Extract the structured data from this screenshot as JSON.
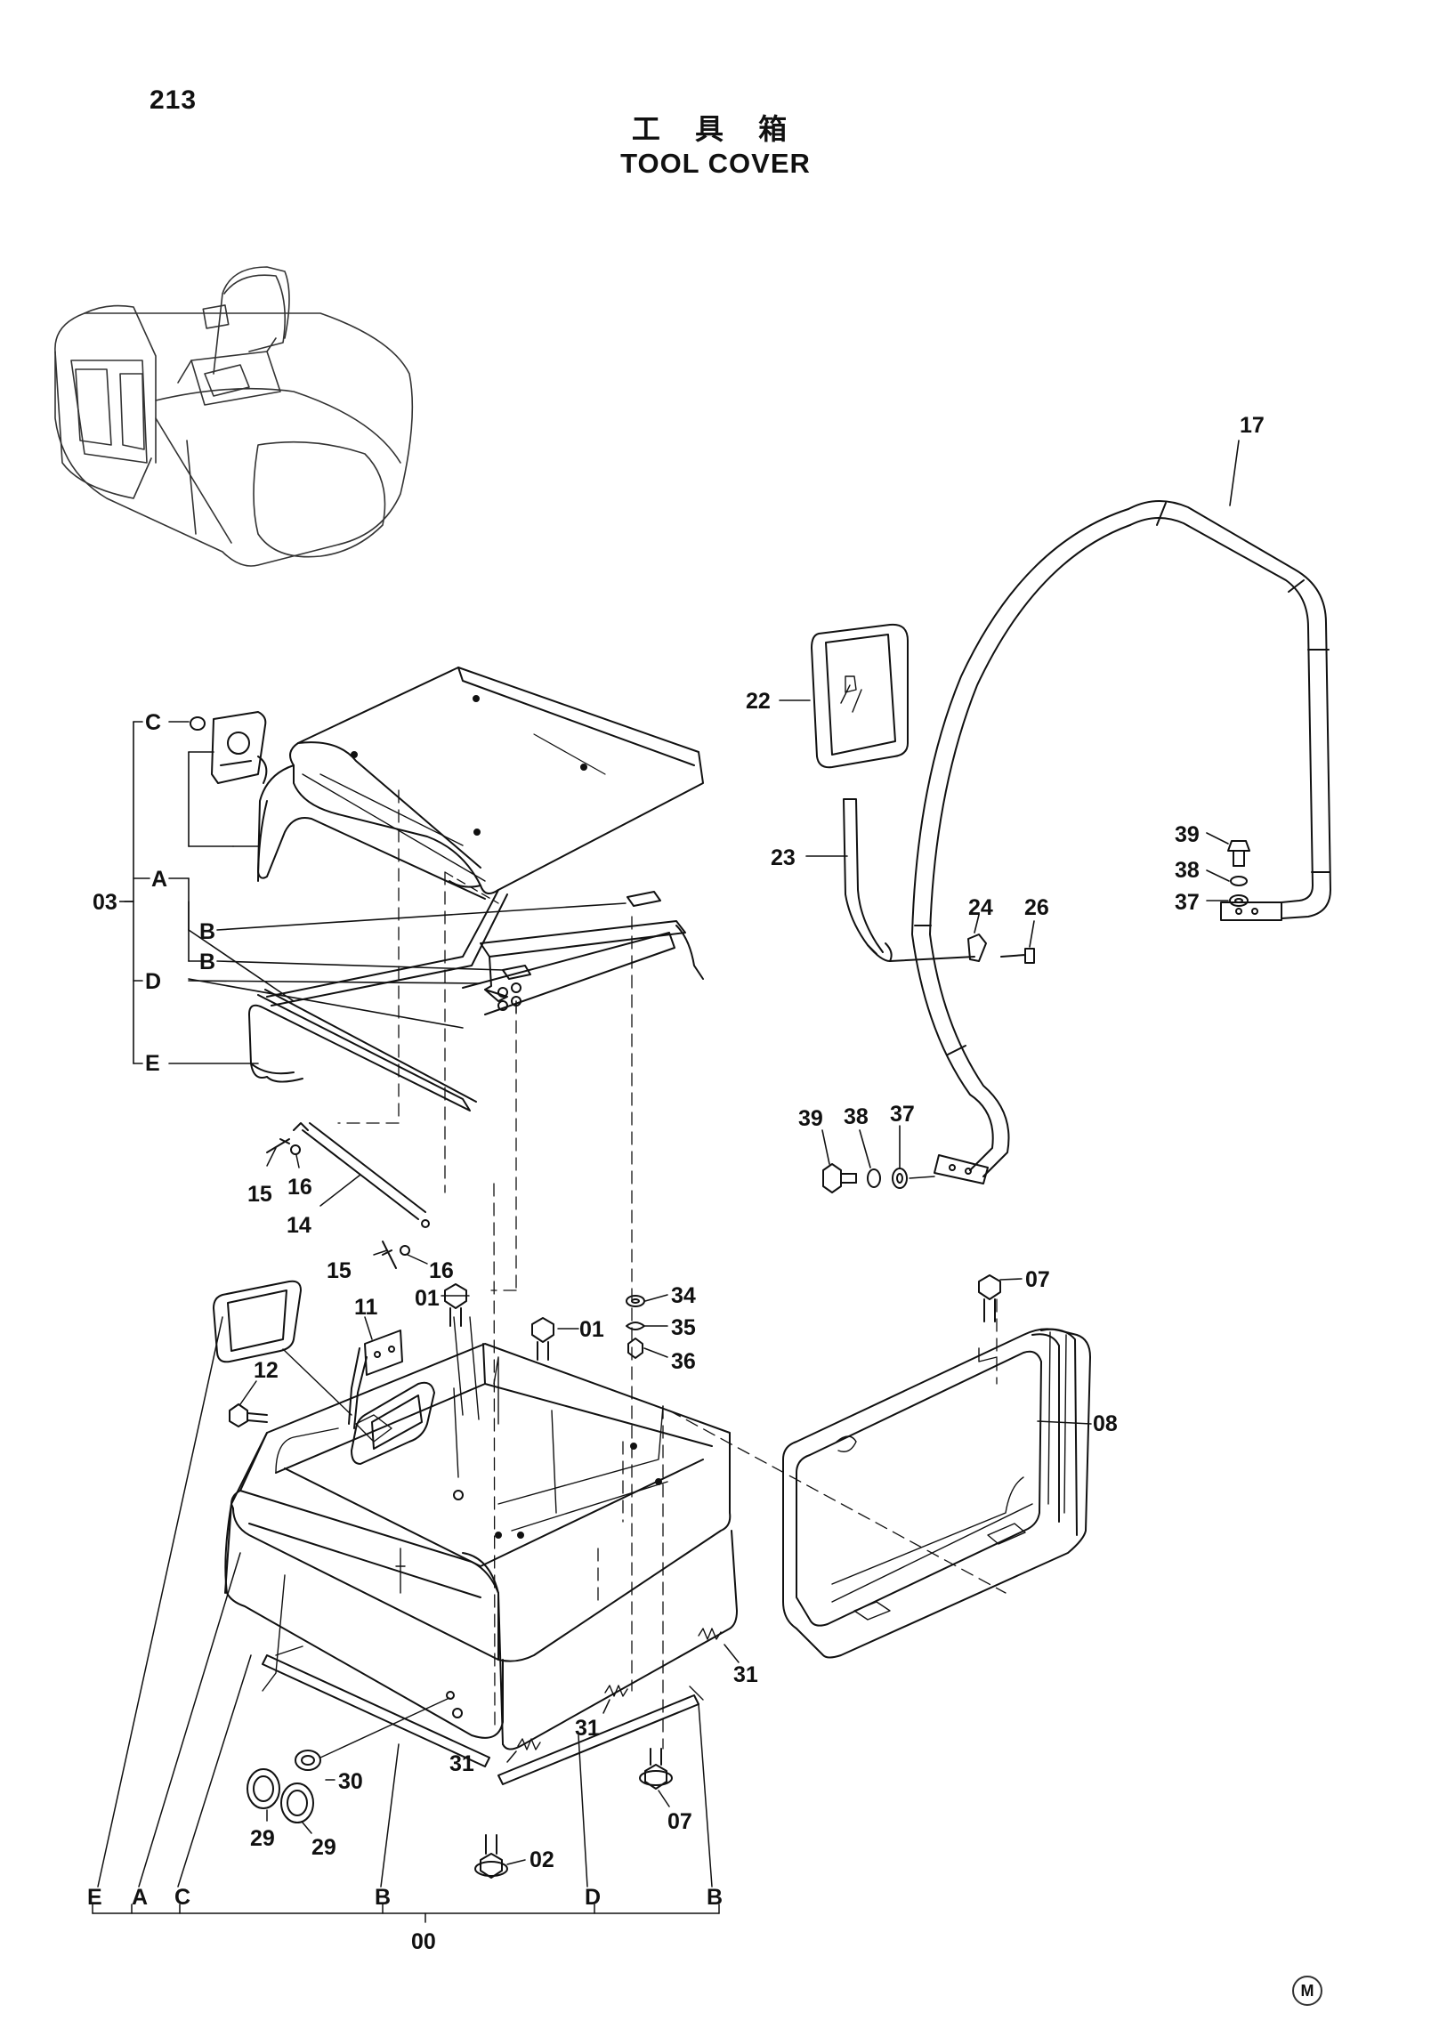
{
  "page_number": "213",
  "title_cn": "工 具 箱",
  "title_en": "TOOL COVER",
  "footer_mark": "M",
  "callouts": {
    "p17": "17",
    "p22": "22",
    "p23": "23",
    "p24": "24",
    "p26": "26",
    "p39a": "39",
    "p38a": "38",
    "p37a": "37",
    "p39b": "39",
    "p38b": "38",
    "p37b": "37",
    "p03": "03",
    "pC": "C",
    "pA": "A",
    "pB1": "B",
    "pB2": "B",
    "pD": "D",
    "pE": "E",
    "p15a": "15",
    "p16a": "16",
    "p14": "14",
    "p15b": "15",
    "p16b": "16",
    "p01a": "01",
    "p01b": "01",
    "p11": "11",
    "p12": "12",
    "p34": "34",
    "p35": "35",
    "p36": "36",
    "p07a": "07",
    "p08": "08",
    "p31a": "31",
    "p31b": "31",
    "p31c": "31",
    "p30": "30",
    "p29a": "29",
    "p29b": "29",
    "p07b": "07",
    "p02": "02",
    "bE": "E",
    "bA": "A",
    "bC": "C",
    "bB1": "B",
    "bD": "D",
    "bB2": "B",
    "p00": "00"
  }
}
